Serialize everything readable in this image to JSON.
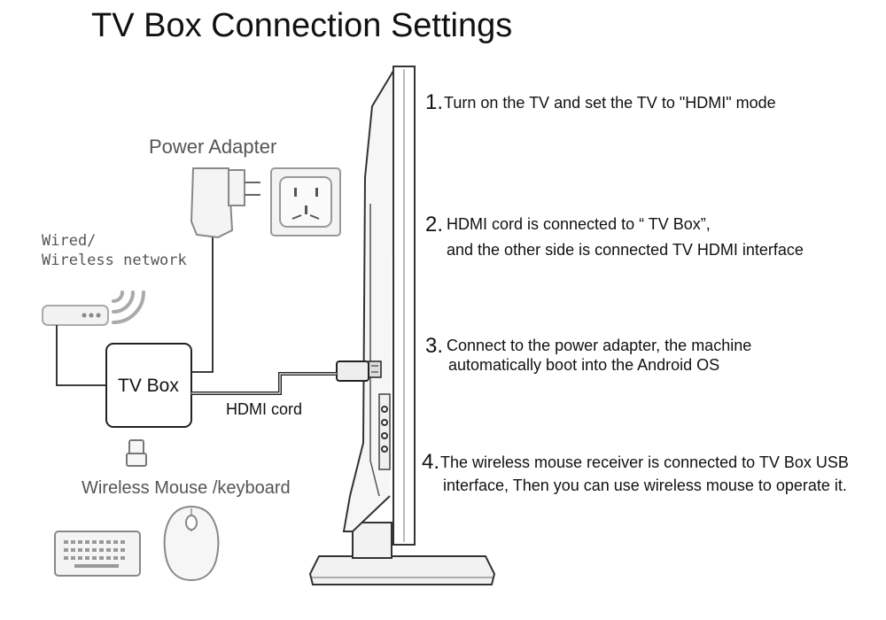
{
  "title": "TV Box Connection Settings",
  "labels": {
    "power_adapter": "Power Adapter",
    "wired_line1": "Wired/",
    "wired_line2": "Wireless network",
    "tv_box": "TV Box",
    "hdmi_cord": "HDMI cord",
    "wireless_mouse_keyboard": "Wireless Mouse /keyboard"
  },
  "steps": [
    {
      "num": "1.",
      "lines": [
        "Turn on the TV and set the TV to \"HDMI\" mode"
      ]
    },
    {
      "num": "2.",
      "lines": [
        "HDMI cord is connected to “ TV Box”,",
        "and the other side is connected TV HDMI interface"
      ]
    },
    {
      "num": "3.",
      "lines": [
        "Connect to the power adapter, the machine",
        "automatically boot into the Android OS"
      ]
    },
    {
      "num": "4.",
      "lines": [
        "The wireless mouse receiver is connected to TV  Box USB",
        "interface, Then you can use wireless mouse to operate it."
      ]
    }
  ],
  "colors": {
    "line": "#222222",
    "device_stroke": "#888888",
    "device_fill": "#f4f4f4"
  },
  "icons": [
    "tv-side-icon",
    "power-adapter-icon",
    "wall-socket-icon",
    "router-icon",
    "wifi-signal-icon",
    "usb-receiver-icon",
    "keyboard-icon",
    "mouse-icon"
  ]
}
